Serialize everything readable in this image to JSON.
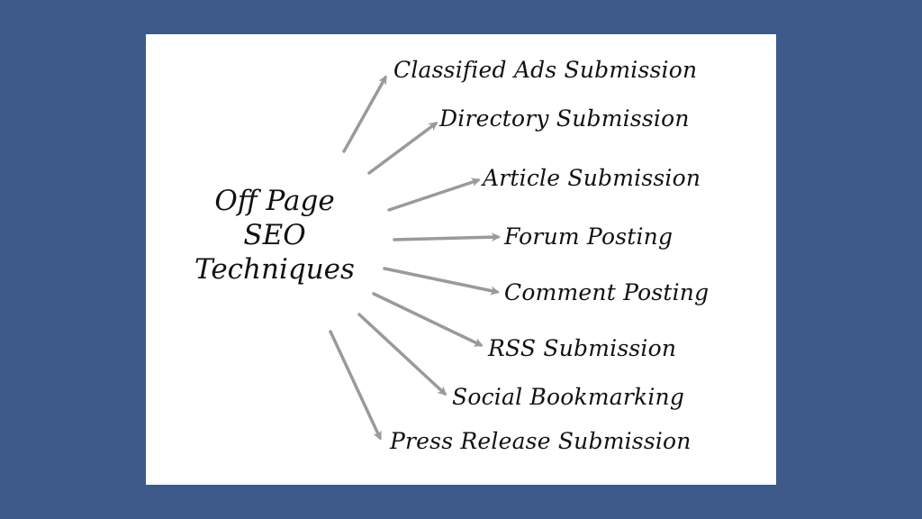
{
  "colors": {
    "background": "#3d5a8a",
    "card": "#ffffff",
    "arrow": "#9a9a9a",
    "text": "#111111"
  },
  "center": {
    "line1": "Off Page",
    "line2": "SEO",
    "line3": "Techniques"
  },
  "branches": [
    {
      "label": "Classified Ads Submission"
    },
    {
      "label": "Directory Submission"
    },
    {
      "label": "Article Submission"
    },
    {
      "label": "Forum Posting"
    },
    {
      "label": "Comment Posting"
    },
    {
      "label": "RSS Submission"
    },
    {
      "label": "Social Bookmarking"
    },
    {
      "label": "Press Release Submission"
    }
  ]
}
